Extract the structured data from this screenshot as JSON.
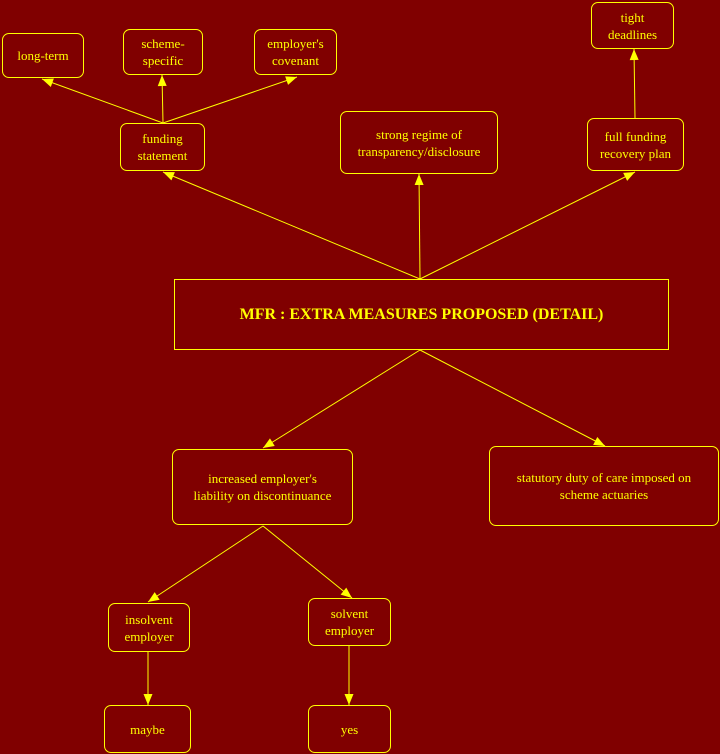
{
  "diagram": {
    "colors": {
      "background": "#800000",
      "foreground": "#ffff00"
    },
    "nodes": {
      "center": "MFR : EXTRA MEASURES PROPOSED (DETAIL)",
      "long_term": "long-term",
      "scheme_specific": "scheme-\nspecific",
      "employers_covenant": "employer's\ncovenant",
      "tight_deadlines": "tight\ndeadlines",
      "funding_statement": "funding\nstatement",
      "strong_regime": "strong regime of\ntransparency/disclosure",
      "full_funding": "full funding\nrecovery plan",
      "increased_liability": "increased employer's\nliability on discontinuance",
      "statutory_duty": "statutory duty of care imposed on\nscheme actuaries",
      "insolvent_employer": "insolvent\nemployer",
      "solvent_employer": "solvent\nemployer",
      "maybe": "maybe",
      "yes": "yes"
    }
  }
}
